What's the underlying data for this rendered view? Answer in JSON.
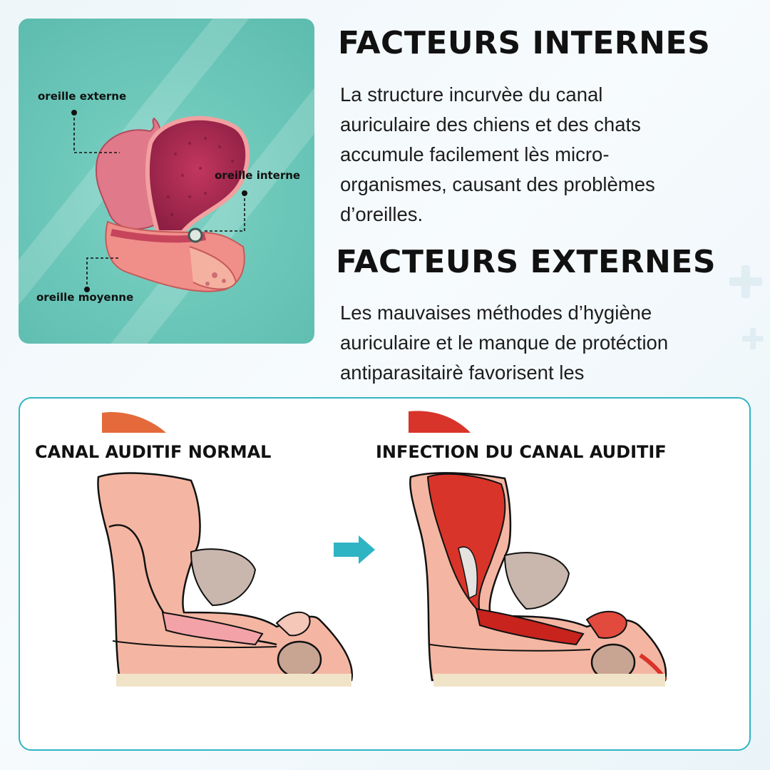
{
  "anatomy": {
    "labels": {
      "outer": "oreille externe",
      "inner": "oreille interne",
      "middle": "oreille moyenne"
    }
  },
  "internal": {
    "heading": "FACTEURS INTERNES",
    "lines": [
      "La structure incurvèe du canal",
      "auriculaire des chiens et des chats",
      "accumule facilement lès micro-",
      "organismes, causant des problèmes",
      "d’oreilles."
    ]
  },
  "external": {
    "heading": "FACTEURS EXTERNES",
    "lines": [
      "Les mauvaises méthodes d’hygiène",
      "auriculaire et le manque de protéction",
      "antiparasitairè favorisent les"
    ]
  },
  "comparison": {
    "normal_label": "CANAL AUDITIF NORMAL",
    "infected_label": "INFECTION DU CANAL AUDITIF",
    "arrow_icon": "arrow-right-icon",
    "accent": "#2fb4c4"
  },
  "colors": {
    "panel_teal": "#6ac6b8",
    "skin": "#f2b8a6",
    "canal_pink": "#e98a87",
    "infection_red": "#d9342a",
    "eardrum": "#c9a89a"
  }
}
